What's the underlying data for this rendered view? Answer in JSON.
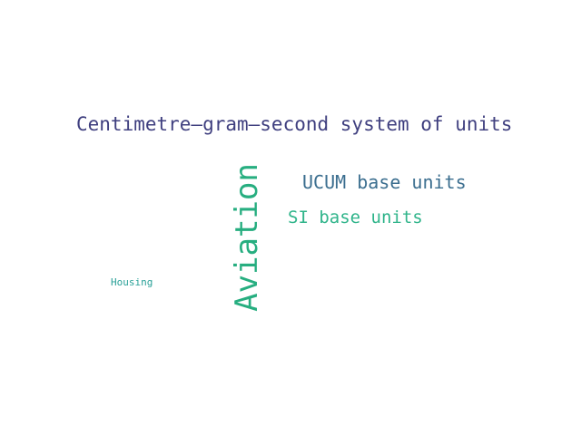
{
  "words": {
    "cgs": "Centimetre–gram–second system of units",
    "ucum": "UCUM base units",
    "si": "SI base units",
    "housing": "Housing",
    "aviation": "Aviation"
  }
}
